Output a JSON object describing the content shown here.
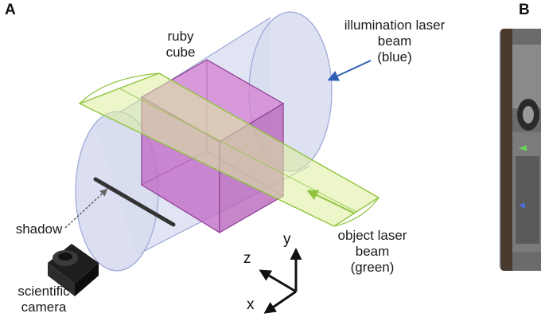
{
  "panels": {
    "a": "A",
    "b": "B"
  },
  "labels": {
    "ruby_cube": [
      "ruby",
      "cube"
    ],
    "illumination_beam": [
      "illumination laser",
      "beam",
      "(blue)"
    ],
    "object_beam": [
      "object laser",
      "beam",
      "(green)"
    ],
    "shadow": "shadow",
    "camera": [
      "scientific",
      "camera"
    ]
  },
  "axes": {
    "x": "x",
    "y": "y",
    "z": "z"
  },
  "colors": {
    "cylinder_fill": "#d7dcef",
    "cylinder_stroke": "#9aa6d8",
    "cube_fill": "#c26ac4",
    "cube_stroke": "#8e3d92",
    "beam_fill": "#dcef9c",
    "beam_stroke": "#8fc43e",
    "blue_arrow": "#2f5fb5",
    "green_arrow": "#8fc43e"
  },
  "icons": [
    "camera-icon",
    "shadow-bar",
    "coordinate-axes"
  ]
}
